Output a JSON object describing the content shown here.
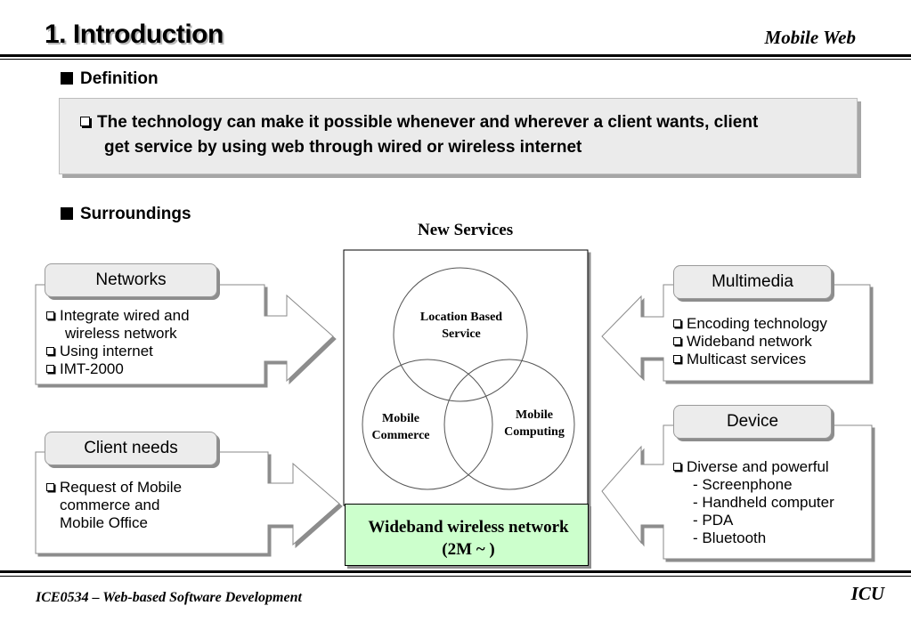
{
  "header": {
    "title": "1. Introduction",
    "course": "Mobile Web"
  },
  "definition": {
    "heading": "Definition",
    "lines": [
      "The technology can make it possible whenever and wherever  a client wants, client",
      "get service by using web through wired or wireless internet"
    ]
  },
  "surroundings": {
    "heading": "Surroundings"
  },
  "center": {
    "title": "New Services",
    "circles": {
      "location": [
        "Location Based",
        "Service"
      ],
      "commerce": [
        "Mobile",
        "Commerce"
      ],
      "computing": [
        "Mobile",
        "Computing"
      ]
    },
    "base": [
      "Wideband wireless network",
      "(2M ~ )"
    ]
  },
  "networks": {
    "label": "Networks",
    "items": [
      "Integrate wired and",
      "wireless network",
      "Using internet",
      "IMT-2000"
    ]
  },
  "client_needs": {
    "label": "Client needs",
    "items": [
      "Request of Mobile",
      "commerce and",
      "Mobile Office"
    ]
  },
  "multimedia": {
    "label": "Multimedia",
    "items": [
      "Encoding technology",
      "Wideband network",
      "Multicast services"
    ]
  },
  "device": {
    "label": "Device",
    "items": [
      "Diverse and powerful",
      "- Screenphone",
      "- Handheld computer",
      "- PDA",
      "- Bluetooth"
    ]
  },
  "footer": {
    "left": "ICE0534 – Web-based Software Development",
    "right": "ICU"
  }
}
